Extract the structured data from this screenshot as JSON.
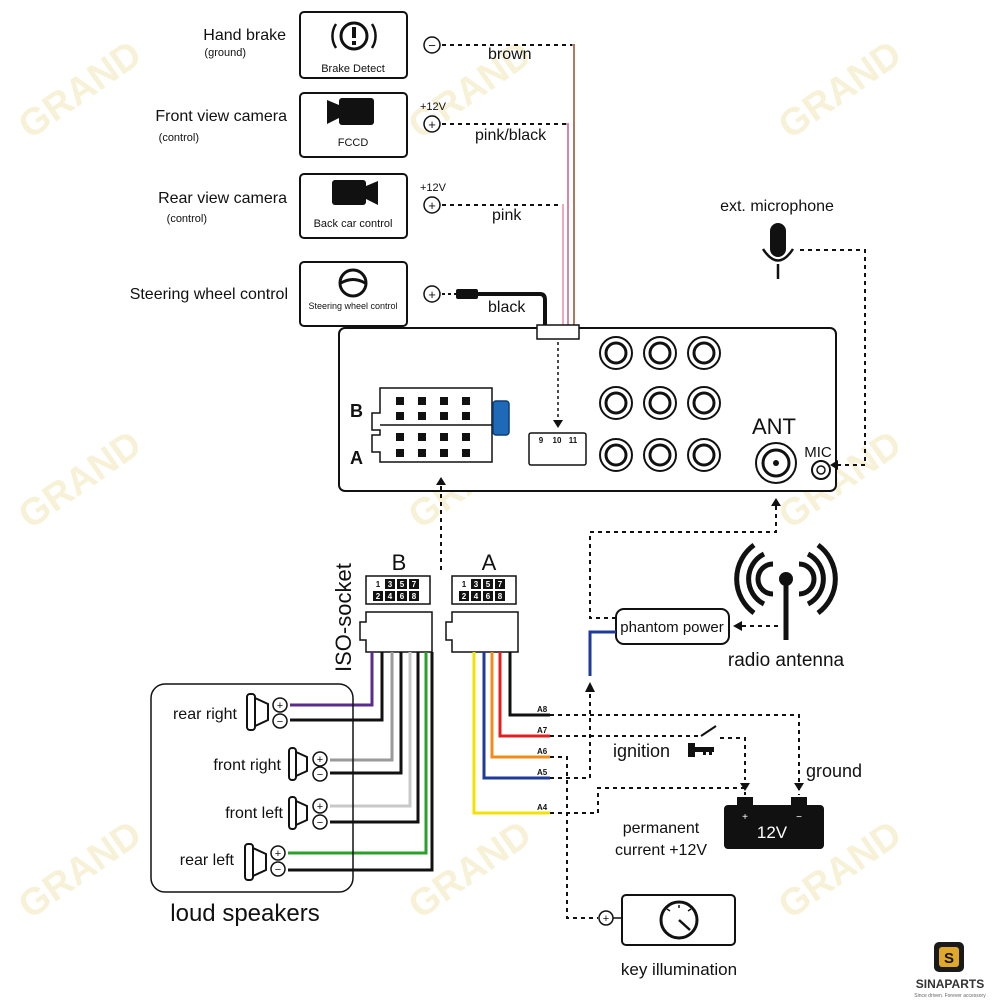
{
  "inputs": [
    {
      "label": "Hand brake",
      "sub": "(ground)",
      "box": "Brake Detect",
      "sign": "−",
      "volt": "",
      "wire": "brown"
    },
    {
      "label": "Front view camera",
      "sub": "(control)",
      "box": "FCCD",
      "sign": "+",
      "volt": "+12V",
      "wire": "pink/black"
    },
    {
      "label": "Rear view camera",
      "sub": "(control)",
      "box": "Back car control",
      "sign": "+",
      "volt": "+12V",
      "wire": "pink"
    },
    {
      "label": "Steering wheel control",
      "sub": "",
      "box": "Steering wheel control",
      "sign": "+",
      "volt": "",
      "wire": "black"
    }
  ],
  "unit": {
    "row_b": "B",
    "row_a": "A",
    "ant": "ANT",
    "mic": "MIC",
    "plug_pins": [
      "9",
      "10",
      "11"
    ]
  },
  "mic_label": "ext. microphone",
  "antenna_label": "radio antenna",
  "phantom_label": "phantom power",
  "iso": {
    "title": "ISO-socket",
    "b_label": "B",
    "a_label": "A",
    "pins_top": [
      "1",
      "3",
      "5",
      "7"
    ],
    "pins_bottom": [
      "2",
      "4",
      "6",
      "8"
    ]
  },
  "speakers": {
    "title": "loud speakers",
    "items": [
      "rear right",
      "front right",
      "front left",
      "rear left"
    ]
  },
  "wires_a": [
    "A8",
    "A7",
    "A6",
    "A5",
    "A4"
  ],
  "ignition": "ignition",
  "ground": "ground",
  "battery": "12V",
  "permanent": [
    "permanent",
    "current +12V"
  ],
  "key_illumination": "key illumination",
  "brand": {
    "name": "SINAPARTS",
    "tagline": "Since driven. Forever accessory",
    "logo": "S"
  },
  "watermark": "GRAND",
  "colors": {
    "brown": "#b07a5a",
    "pink": "#f0a8c0",
    "pinkblack": "#d9899f",
    "black": "#111111",
    "red": "#e02020",
    "orange": "#f28c18",
    "blue": "#1e3a9a",
    "yellow": "#f2e200",
    "purple": "#5a2a8c",
    "gray": "#9a9a9a",
    "lightgray": "#c8c8c8",
    "green": "#2aa02a",
    "darkgreen": "#1a7a1a"
  }
}
